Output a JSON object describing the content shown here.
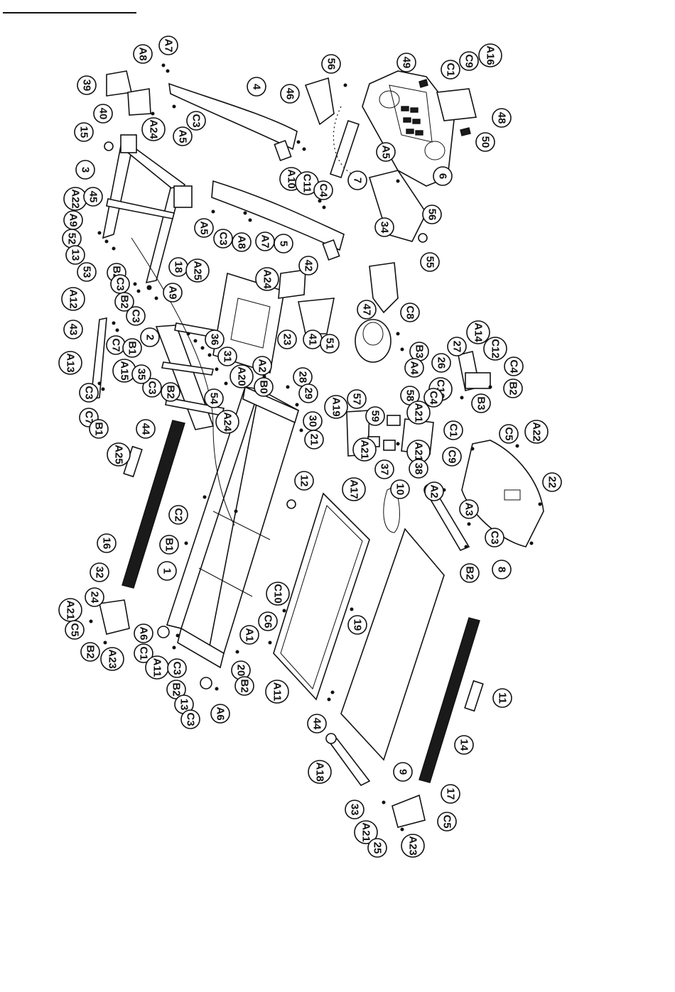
{
  "callouts": [
    {
      "label": "A7"
    },
    {
      "label": "A8"
    },
    {
      "label": "56"
    },
    {
      "label": "49"
    },
    {
      "label": "C1"
    },
    {
      "label": "C9"
    },
    {
      "label": "A16"
    },
    {
      "label": "39"
    },
    {
      "label": "4"
    },
    {
      "label": "46"
    },
    {
      "label": "40"
    },
    {
      "label": "C3"
    },
    {
      "label": "A24"
    },
    {
      "label": "A5"
    },
    {
      "label": "48"
    },
    {
      "label": "15"
    },
    {
      "label": "50"
    },
    {
      "label": "A5"
    },
    {
      "label": "6"
    },
    {
      "label": "3"
    },
    {
      "label": "A10"
    },
    {
      "label": "C11"
    },
    {
      "label": "C4"
    },
    {
      "label": "7"
    },
    {
      "label": "A22"
    },
    {
      "label": "45"
    },
    {
      "label": "A9"
    },
    {
      "label": "52"
    },
    {
      "label": "13"
    },
    {
      "label": "53"
    },
    {
      "label": "B2"
    },
    {
      "label": "A5"
    },
    {
      "label": "C3"
    },
    {
      "label": "A8"
    },
    {
      "label": "A7"
    },
    {
      "label": "5"
    },
    {
      "label": "34"
    },
    {
      "label": "56"
    },
    {
      "label": "55"
    },
    {
      "label": "C3"
    },
    {
      "label": "18"
    },
    {
      "label": "A25"
    },
    {
      "label": "A24"
    },
    {
      "label": "42"
    },
    {
      "label": "A9"
    },
    {
      "label": "A12"
    },
    {
      "label": "B2"
    },
    {
      "label": "C3"
    },
    {
      "label": "43"
    },
    {
      "label": "C7"
    },
    {
      "label": "B1"
    },
    {
      "label": "2"
    },
    {
      "label": "23"
    },
    {
      "label": "41"
    },
    {
      "label": "47"
    },
    {
      "label": "C8"
    },
    {
      "label": "A13"
    },
    {
      "label": "A15"
    },
    {
      "label": "36"
    },
    {
      "label": "31"
    },
    {
      "label": "A20"
    },
    {
      "label": "A2"
    },
    {
      "label": "51"
    },
    {
      "label": "B3"
    },
    {
      "label": "A14"
    },
    {
      "label": "27"
    },
    {
      "label": "C12"
    },
    {
      "label": "26"
    },
    {
      "label": "B0"
    },
    {
      "label": "A4"
    },
    {
      "label": "C12"
    },
    {
      "label": "C4"
    },
    {
      "label": "B2"
    },
    {
      "label": "C3"
    },
    {
      "label": "35"
    },
    {
      "label": "C3"
    },
    {
      "label": "C7"
    },
    {
      "label": "B1"
    },
    {
      "label": "B2"
    },
    {
      "label": "54"
    },
    {
      "label": "A24"
    },
    {
      "label": "28"
    },
    {
      "label": "29"
    },
    {
      "label": "C4"
    },
    {
      "label": "B3"
    },
    {
      "label": "A19"
    },
    {
      "label": "58"
    },
    {
      "label": "A21"
    },
    {
      "label": "57"
    },
    {
      "label": "30"
    },
    {
      "label": "21"
    },
    {
      "label": "59"
    },
    {
      "label": "C1"
    },
    {
      "label": "44"
    },
    {
      "label": "A25"
    },
    {
      "label": "A21"
    },
    {
      "label": "37"
    },
    {
      "label": "A21"
    },
    {
      "label": "38"
    },
    {
      "label": "C9"
    },
    {
      "label": "C5"
    },
    {
      "label": "A22"
    },
    {
      "label": "12"
    },
    {
      "label": "A17"
    },
    {
      "label": "10"
    },
    {
      "label": "A2"
    },
    {
      "label": "22"
    },
    {
      "label": "C2"
    },
    {
      "label": "B1"
    },
    {
      "label": "16"
    },
    {
      "label": "A3"
    },
    {
      "label": "C3"
    },
    {
      "label": "8"
    },
    {
      "label": "B2"
    },
    {
      "label": "1"
    },
    {
      "label": "32"
    },
    {
      "label": "C10"
    },
    {
      "label": "24"
    },
    {
      "label": "C6"
    },
    {
      "label": "19"
    },
    {
      "label": "A21"
    },
    {
      "label": "C5"
    },
    {
      "label": "A6"
    },
    {
      "label": "A1"
    },
    {
      "label": "B2"
    },
    {
      "label": "A23"
    },
    {
      "label": "C1"
    },
    {
      "label": "A11"
    },
    {
      "label": "C3"
    },
    {
      "label": "20"
    },
    {
      "label": "B2"
    },
    {
      "label": "13"
    },
    {
      "label": "B2"
    },
    {
      "label": "C3"
    },
    {
      "label": "A6"
    },
    {
      "label": "A11"
    },
    {
      "label": "11"
    },
    {
      "label": "44"
    },
    {
      "label": "A18"
    },
    {
      "label": "9"
    },
    {
      "label": "14"
    },
    {
      "label": "17"
    },
    {
      "label": "33"
    },
    {
      "label": "A21"
    },
    {
      "label": "C5"
    },
    {
      "label": "25"
    },
    {
      "label": "A23"
    },
    {
      "label": "C1"
    }
  ]
}
